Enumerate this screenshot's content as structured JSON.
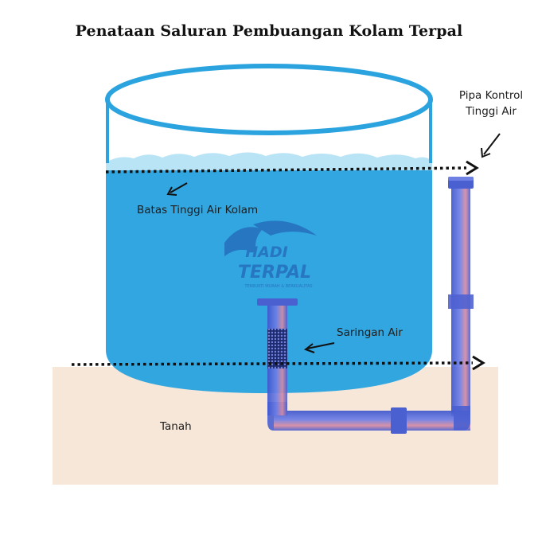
{
  "title": "Penataan Saluran Pembuangan Kolam Terpal",
  "labels": {
    "pipe_line1": "Pipa Kontrol",
    "pipe_line2": "Tinggi Air",
    "water_level": "Batas Tinggi Air Kolam",
    "filter": "Saringan Air",
    "ground": "Tanah"
  },
  "watermark": {
    "line1": "HADI",
    "line2": "TERPAL",
    "tagline": "TERBUKTI MURAH & BERKUALITAS"
  },
  "colors": {
    "water": "#2aa3df",
    "water_light": "#b9e4f6",
    "pool_rim": "#2aa3df",
    "ground": "#f7e7d9",
    "pipe_blue": "#5a6fd8",
    "pipe_pink": "#e2838f",
    "arrow": "#111111"
  }
}
